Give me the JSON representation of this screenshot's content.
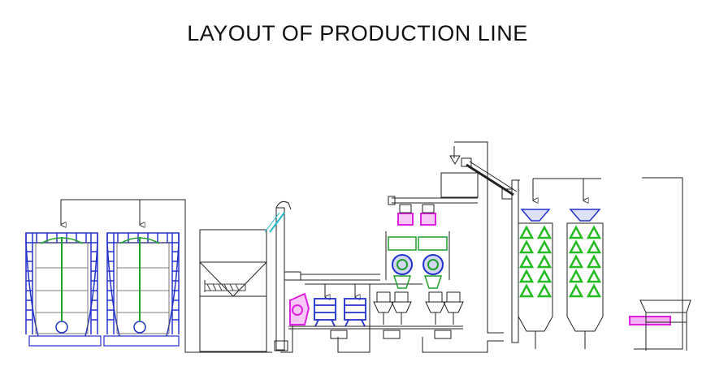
{
  "title": "LAYOUT OF PRODUCTION LINE",
  "colors": {
    "line": "#222222",
    "frame": "#2233cc",
    "feed_pipe": "#1fa02a",
    "conveyor": "#22bbcc",
    "hopper": "#e020e0",
    "triangle": "#22bb22"
  },
  "equipment": [
    {
      "name": "raw-material-silo-1",
      "icon": "storage-bin"
    },
    {
      "name": "raw-material-silo-2",
      "icon": "storage-bin"
    },
    {
      "name": "crushing-hopper",
      "icon": "hopper"
    },
    {
      "name": "bucket-elevator",
      "icon": "elevator"
    },
    {
      "name": "batching-scale-1",
      "icon": "scale"
    },
    {
      "name": "batching-scale-2",
      "icon": "scale"
    },
    {
      "name": "pellet-mill-1",
      "icon": "pellet-mill"
    },
    {
      "name": "pellet-mill-2",
      "icon": "pellet-mill"
    },
    {
      "name": "cooler-1",
      "icon": "cooler"
    },
    {
      "name": "cooler-2",
      "icon": "cooler"
    },
    {
      "name": "packing-machine",
      "icon": "packer"
    }
  ]
}
